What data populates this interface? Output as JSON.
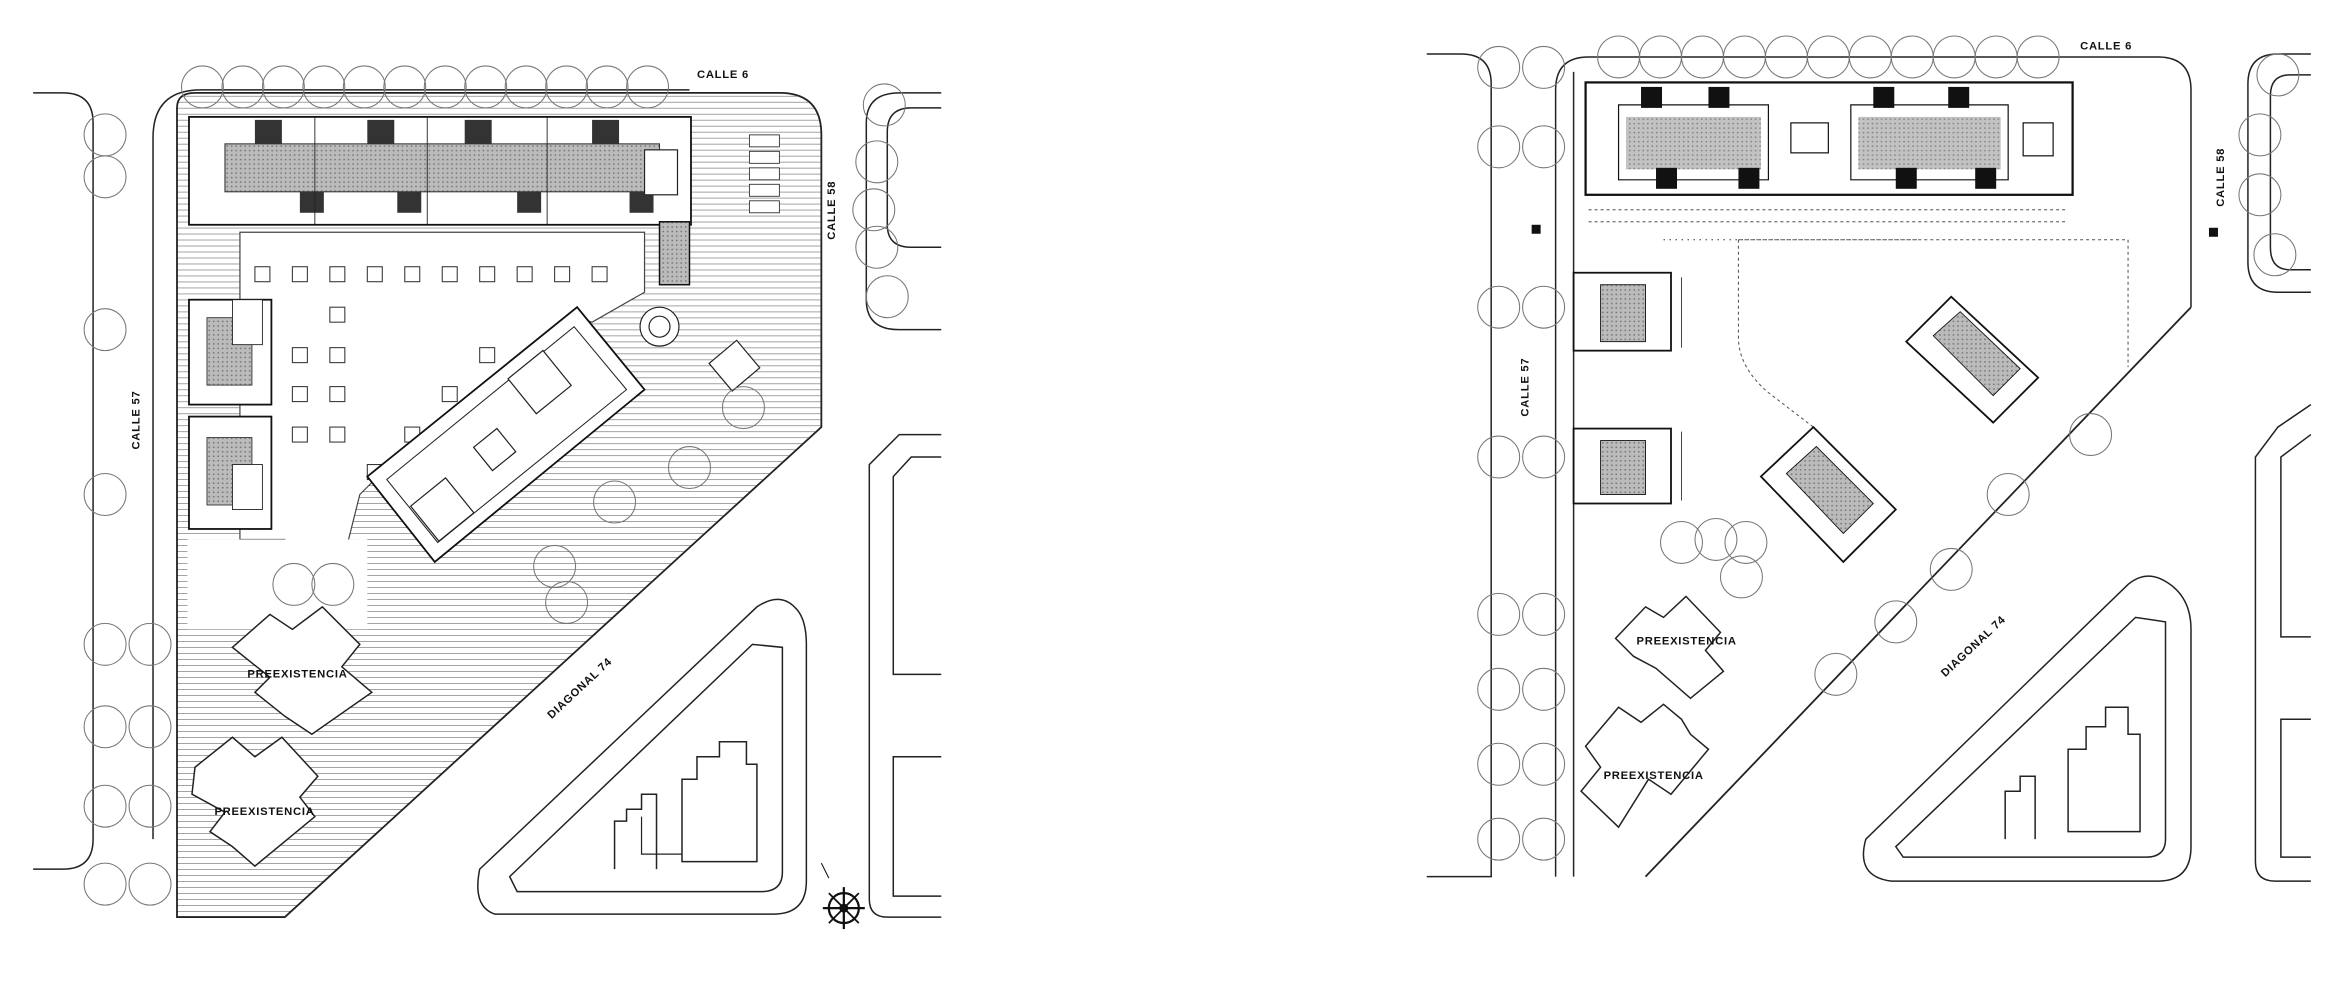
{
  "plans": {
    "left": {
      "street_labels": {
        "calle_6": "CALLE 6",
        "calle_58": "CALLE 58",
        "calle_57": "CALLE 57",
        "diagonal_74": "DIAGONAL 74"
      },
      "building_labels": {
        "upper": "PREEXISTENCIA",
        "lower": "PREEXISTENCIA"
      }
    },
    "right": {
      "street_labels": {
        "calle_6": "CALLE 6",
        "calle_58": "CALLE 58",
        "calle_57": "CALLE 57",
        "diagonal_74": "DIAGONAL 74"
      },
      "building_labels": {
        "upper": "PREEXISTENCIA",
        "lower": "PREEXISTENCIA"
      }
    }
  },
  "icons": {
    "north": "north-compass-icon"
  }
}
